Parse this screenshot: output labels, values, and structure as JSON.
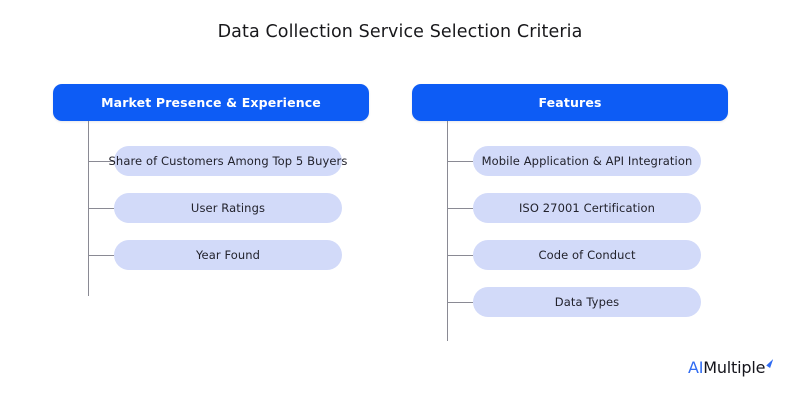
{
  "page": {
    "title": "Data Collection Service Selection Criteria",
    "background_color": "#ffffff"
  },
  "theme": {
    "header_blue": "#0d5cf5",
    "pill_blue": "#d2daf9",
    "connector_gray": "#8a8a94",
    "text_dark": "#18181b",
    "brand_blue": "#2f6bf2"
  },
  "diagram": {
    "type": "tree",
    "branches": [
      {
        "id": "market-presence-experience",
        "header": "Market Presence & Experience",
        "items": [
          {
            "label": "Share of Customers Among Top 5 Buyers"
          },
          {
            "label": "User Ratings"
          },
          {
            "label": "Year Found"
          }
        ]
      },
      {
        "id": "features",
        "header": "Features",
        "items": [
          {
            "label": "Mobile Application & API Integration"
          },
          {
            "label": "ISO 27001 Certification"
          },
          {
            "label": "Code of Conduct"
          },
          {
            "label": "Data Types"
          }
        ]
      }
    ]
  },
  "branding": {
    "logo_prefix": "AI",
    "logo_suffix": "Multiple",
    "logo_mark": "tick-mark-icon"
  }
}
